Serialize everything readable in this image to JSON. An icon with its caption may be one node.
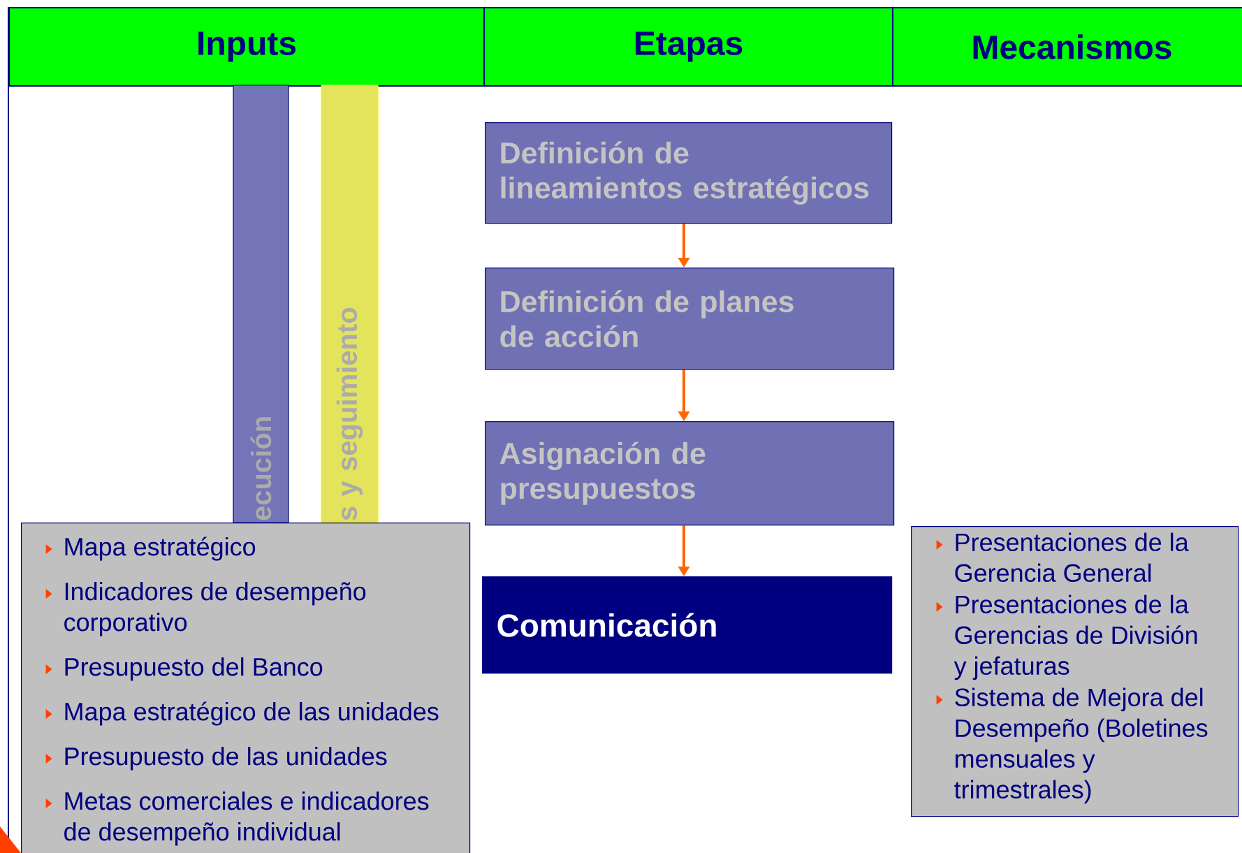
{
  "diagram": {
    "nodes": [
      {
        "text": [
          "Inputs"
        ]
      },
      {
        "text": [
          "Etapas"
        ]
      },
      {
        "text": [
          "Mecanismos"
        ]
      },
      {
        "text": [
          "ecución"
        ]
      },
      {
        "text": [
          "s y seguimiento"
        ]
      },
      {
        "text": [
          "Definición de lineamientos estratégicos"
        ]
      },
      {
        "text": [
          "Definición de planes de acción"
        ]
      },
      {
        "text": [
          "Asignación de presupuestos"
        ]
      },
      {
        "text": [
          "Comunicación"
        ]
      },
      {
        "text": [
          "Mapa estratégico",
          "Indicadores de desempeño corporativo",
          "Presupuesto del Banco",
          "Mapa estratégico de las unidades",
          "Presupuesto de las unidades",
          "Metas comerciales e indicadores de desempeño individual"
        ]
      },
      {
        "text": [
          "Presentaciones de la Gerencia General",
          "Presentaciones de la Gerencias de División y jefaturas",
          "Sistema de Mejora del Desempeño (Boletines mensuales y trimestrales)"
        ]
      }
    ],
    "edges": [
      {
        "from": 5,
        "to": 6,
        "arrow": "to"
      },
      {
        "from": 6,
        "to": 7,
        "arrow": "to"
      },
      {
        "from": 7,
        "to": 8,
        "arrow": "to"
      }
    ]
  }
}
